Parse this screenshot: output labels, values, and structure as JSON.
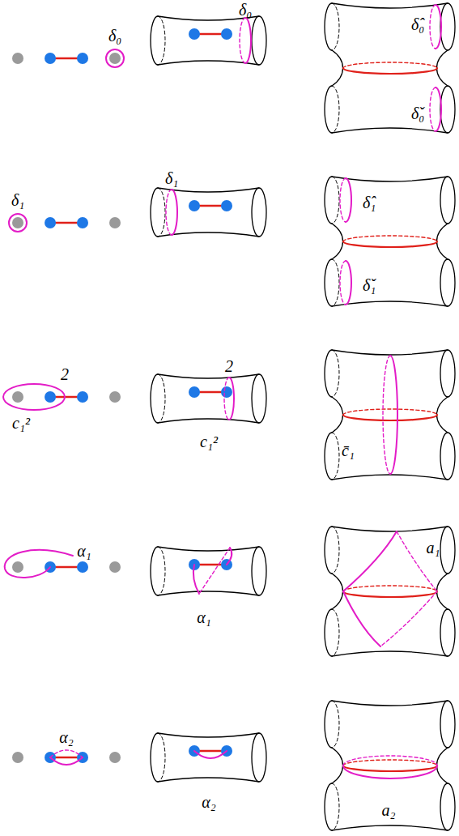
{
  "diagram": {
    "labels": [
      "δ₀",
      "δ₀",
      "δ̂₀",
      "δ̌₀",
      "δ₁",
      "δ₁",
      "δ̂₁",
      "δ̌₁",
      "2",
      "c₁²",
      "2",
      "c₁²",
      "c̄₁",
      "α₁",
      "a₁",
      "α₁",
      "α₂",
      "α₂",
      "a₂"
    ]
  }
}
